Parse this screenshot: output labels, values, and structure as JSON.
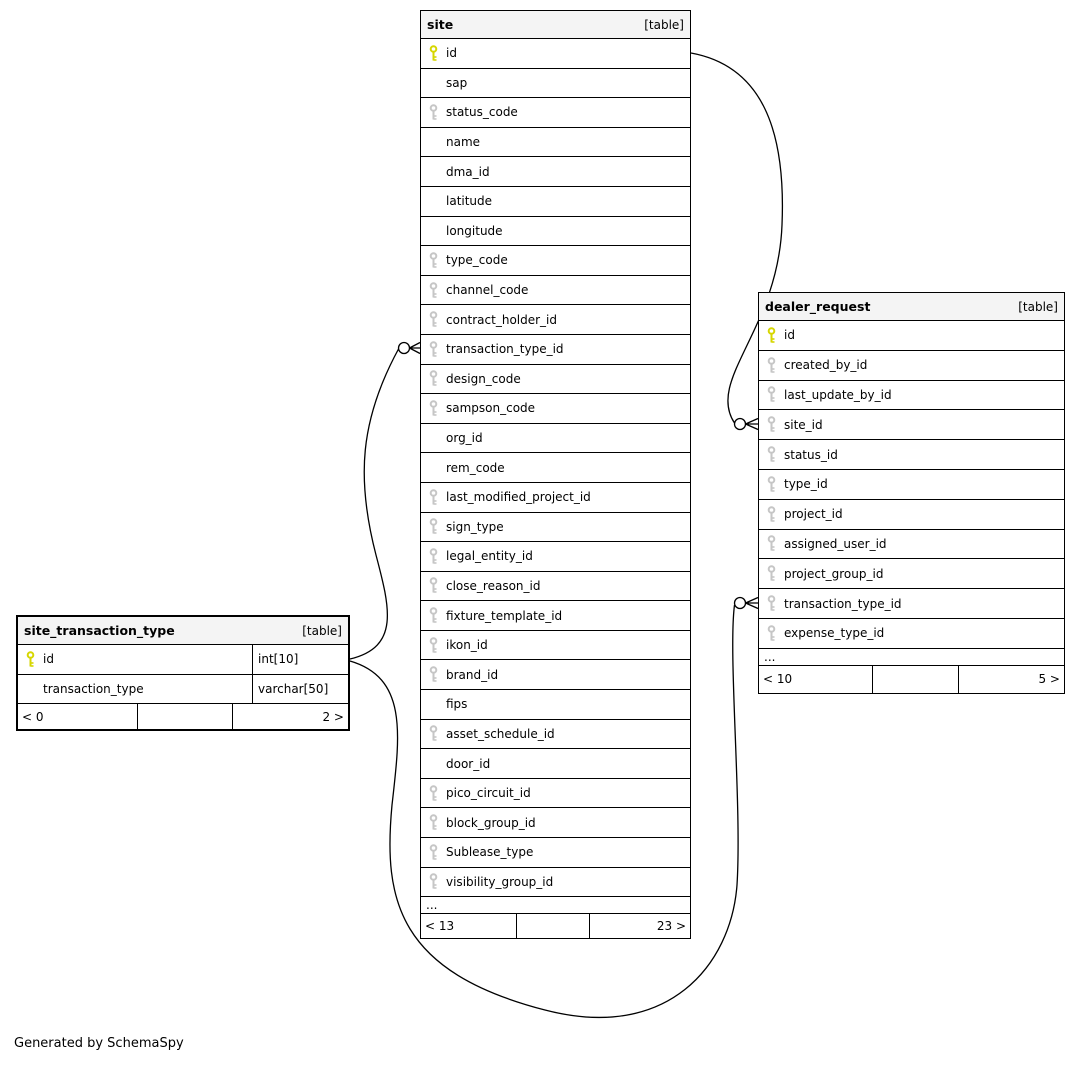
{
  "footer_note": "Generated by SchemaSpy",
  "colors": {
    "primary_key": "#d6d600",
    "foreign_key": "#c6c6c6",
    "header_bg": "#f4f4f4",
    "border": "#000000",
    "relationship_line": "#000000"
  },
  "tables": [
    {
      "name": "site",
      "tag": "[table]",
      "columns": [
        {
          "name": "id",
          "key": "primary"
        },
        {
          "name": "sap"
        },
        {
          "name": "status_code",
          "key": "fk"
        },
        {
          "name": "name"
        },
        {
          "name": "dma_id"
        },
        {
          "name": "latitude"
        },
        {
          "name": "longitude"
        },
        {
          "name": "type_code",
          "key": "fk"
        },
        {
          "name": "channel_code",
          "key": "fk"
        },
        {
          "name": "contract_holder_id",
          "key": "fk"
        },
        {
          "name": "transaction_type_id",
          "key": "fk"
        },
        {
          "name": "design_code",
          "key": "fk"
        },
        {
          "name": "sampson_code",
          "key": "fk"
        },
        {
          "name": "org_id"
        },
        {
          "name": "rem_code"
        },
        {
          "name": "last_modified_project_id",
          "key": "fk"
        },
        {
          "name": "sign_type",
          "key": "fk"
        },
        {
          "name": "legal_entity_id",
          "key": "fk"
        },
        {
          "name": "close_reason_id",
          "key": "fk"
        },
        {
          "name": "fixture_template_id",
          "key": "fk"
        },
        {
          "name": "ikon_id",
          "key": "fk"
        },
        {
          "name": "brand_id",
          "key": "fk"
        },
        {
          "name": "fips"
        },
        {
          "name": "asset_schedule_id",
          "key": "fk"
        },
        {
          "name": "door_id"
        },
        {
          "name": "pico_circuit_id",
          "key": "fk"
        },
        {
          "name": "block_group_id",
          "key": "fk"
        },
        {
          "name": "Sublease_type",
          "key": "fk"
        },
        {
          "name": "visibility_group_id",
          "key": "fk"
        }
      ],
      "ellipsis": "...",
      "footer": {
        "left": "< 13",
        "center": "",
        "right": "23 >"
      }
    },
    {
      "name": "dealer_request",
      "tag": "[table]",
      "columns": [
        {
          "name": "id",
          "key": "primary"
        },
        {
          "name": "created_by_id",
          "key": "fk"
        },
        {
          "name": "last_update_by_id",
          "key": "fk"
        },
        {
          "name": "site_id",
          "key": "fk"
        },
        {
          "name": "status_id",
          "key": "fk"
        },
        {
          "name": "type_id",
          "key": "fk"
        },
        {
          "name": "project_id",
          "key": "fk"
        },
        {
          "name": "assigned_user_id",
          "key": "fk"
        },
        {
          "name": "project_group_id",
          "key": "fk"
        },
        {
          "name": "transaction_type_id",
          "key": "fk"
        },
        {
          "name": "expense_type_id",
          "key": "fk"
        }
      ],
      "ellipsis": "...",
      "footer": {
        "left": "< 10",
        "center": "",
        "right": "5 >"
      }
    },
    {
      "name": "site_transaction_type",
      "tag": "[table]",
      "columns": [
        {
          "name": "id",
          "key": "primary",
          "type": "int[10]"
        },
        {
          "name": "transaction_type",
          "type": "varchar[50]"
        }
      ],
      "ellipsis": null,
      "footer": {
        "left": "< 0",
        "center": "",
        "right": "2 >"
      }
    }
  ],
  "relationships": [
    {
      "parent": "site.id",
      "child": "dealer_request.site_id"
    },
    {
      "parent": "site_transaction_type.id",
      "child": "site.transaction_type_id"
    },
    {
      "parent": "site_transaction_type.id",
      "child": "dealer_request.transaction_type_id"
    }
  ]
}
